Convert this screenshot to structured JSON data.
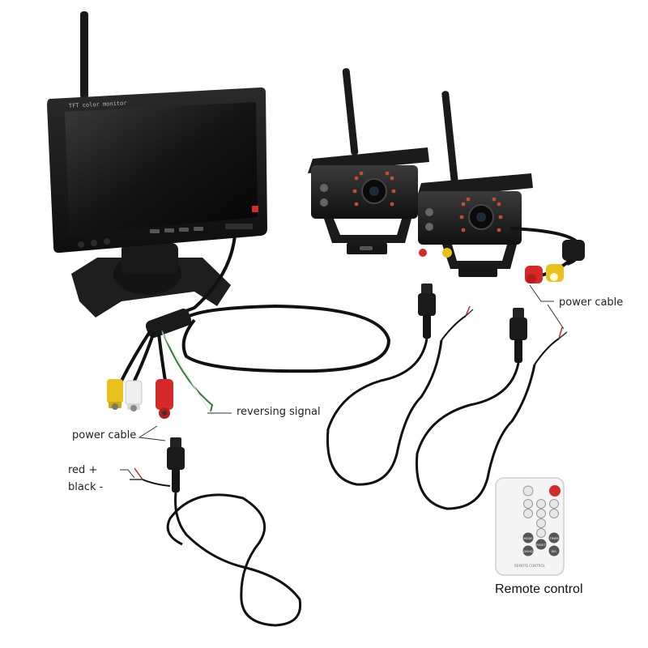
{
  "monitor": {
    "bezel_text": "TFT color monitor"
  },
  "remote": {
    "buttons": [
      "MODE",
      "RESET",
      "TIMER",
      "DAVID",
      "DEL"
    ],
    "caption": "REMOTE CONTROL"
  },
  "labels": {
    "power_cable_cameras": "power cable",
    "reversing_signal": "reversing signal",
    "power_cable_monitor": "power cable",
    "red_plus": "red +",
    "black_minus": "black -",
    "remote_control": "Remote control"
  },
  "colors": {
    "background": "#ffffff",
    "device_black": "#1c1c1c",
    "cable_black": "#111111",
    "rca_red": "#d62a2a",
    "rca_yellow": "#e8c11c",
    "rca_white": "#eeeeee",
    "wire_red": "#c62828",
    "wire_green": "#2e7d32"
  }
}
